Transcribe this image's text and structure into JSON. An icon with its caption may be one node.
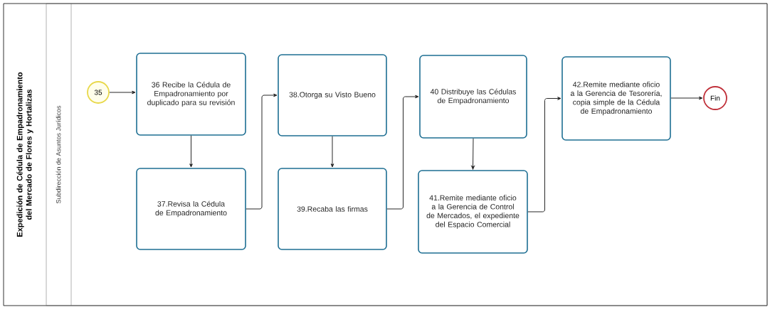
{
  "diagram": {
    "nodes": [
      {
        "text": [
          "Expedición de Cédula de Empadronamiento del Mercado de Flores y Hortalizas"
        ]
      },
      {
        "text": [
          "Subdirección de Asuntos Jurídicos"
        ],
        "in": 0
      },
      {
        "text": [
          "35"
        ],
        "in": 1
      },
      {
        "text": [
          "36 Recibe la Cédula de Empadronamiento por duplicado para su revisión"
        ],
        "in": 1
      },
      {
        "text": [
          "37.Revisa la Cédula de Empadronamiento"
        ],
        "in": 1
      },
      {
        "text": [
          "38.Otorga su Visto Bueno"
        ],
        "in": 1
      },
      {
        "text": [
          "39.Recaba las firmas"
        ],
        "in": 1
      },
      {
        "text": [
          "40 Distribuye las Cédulas de Empadronamiento"
        ],
        "in": 1
      },
      {
        "text": [
          "41.Remite mediante oficio a la Gerencia de Control de Mercados, el expediente del Espacio Comercial"
        ],
        "in": 1
      },
      {
        "text": [
          "42.Remite mediante oficio a la Gerencia de Tesorería, copia simple de la Cédula de Empadronamiento"
        ],
        "in": 1
      },
      {
        "text": [
          "Fin"
        ],
        "in": 1
      }
    ],
    "edges": [
      {
        "from": 2,
        "to": 3,
        "arrow": "to"
      },
      {
        "from": 3,
        "to": 4,
        "arrow": "to"
      },
      {
        "from": 4,
        "to": 5,
        "arrow": "to"
      },
      {
        "from": 5,
        "to": 6,
        "arrow": "to"
      },
      {
        "from": 6,
        "to": 7,
        "arrow": "to"
      },
      {
        "from": 7,
        "to": 8,
        "arrow": "to"
      },
      {
        "from": 8,
        "to": 9,
        "arrow": "to"
      },
      {
        "from": 9,
        "to": 10,
        "arrow": "to"
      }
    ]
  }
}
